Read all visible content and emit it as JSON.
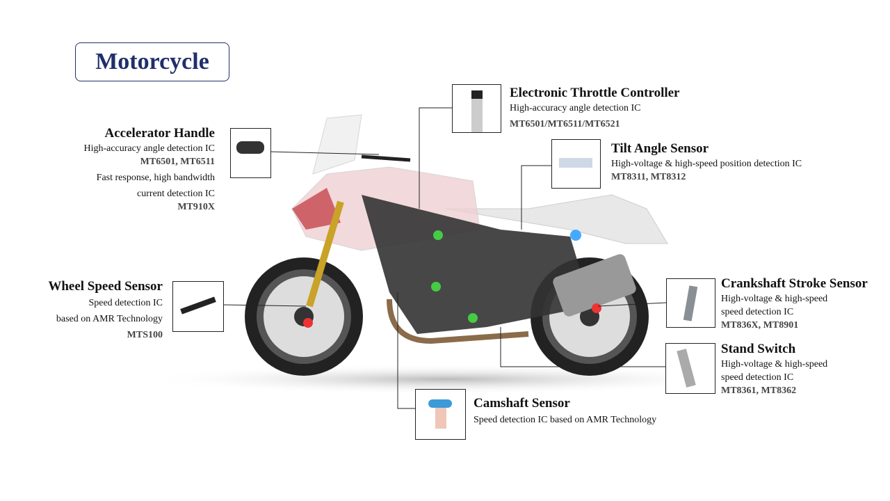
{
  "title": "Motorcycle",
  "callouts": {
    "accelerator": {
      "title": "Accelerator Handle",
      "lines": [
        "High-accuracy angle detection IC",
        "MT6501, MT6511",
        "Fast response, high bandwidth",
        "current detection IC",
        "MT910X"
      ]
    },
    "throttle": {
      "title": "Electronic Throttle Controller",
      "lines": [
        "High-accuracy angle detection IC",
        "MT6501/MT6511/MT6521"
      ]
    },
    "tilt": {
      "title": "Tilt Angle Sensor",
      "lines": [
        "High-voltage & high-speed position detection IC",
        "MT8311, MT8312"
      ]
    },
    "wheel": {
      "title": "Wheel Speed Sensor",
      "lines": [
        "Speed detection IC",
        "based on AMR Technology",
        "MTS100"
      ]
    },
    "crank": {
      "title": "Crankshaft Stroke Sensor",
      "lines": [
        "High-voltage & high-speed",
        "speed detection IC",
        "MT836X, MT8901"
      ]
    },
    "stand": {
      "title": "Stand Switch",
      "lines": [
        "High-voltage & high-speed",
        "speed detection IC",
        "MT8361, MT8362"
      ]
    },
    "camshaft": {
      "title": "Camshaft Sensor",
      "lines": [
        "Speed detection IC based on AMR Technology"
      ]
    }
  },
  "colors": {
    "title": "#1f2f6b",
    "fork": "#c9a227",
    "fairing": "#c0303a"
  }
}
